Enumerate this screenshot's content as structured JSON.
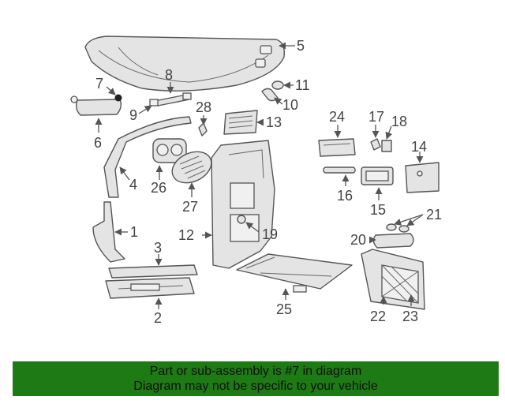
{
  "diagram": {
    "callouts": {
      "c1": "1",
      "c2": "2",
      "c3": "3",
      "c4": "4",
      "c5": "5",
      "c6": "6",
      "c7": "7",
      "c8": "8",
      "c9": "9",
      "c10": "10",
      "c11": "11",
      "c12": "12",
      "c13": "13",
      "c14": "14",
      "c15": "15",
      "c16": "16",
      "c17": "17",
      "c18": "18",
      "c19": "19",
      "c20": "20",
      "c21": "21",
      "c22": "22",
      "c23": "23",
      "c24": "24",
      "c25": "25",
      "c26": "26",
      "c27": "27",
      "c28": "28"
    },
    "highlighted_part": "7"
  },
  "banner": {
    "line1": "Part or sub-assembly is #7 in diagram",
    "line2": "Diagram may not be specific to your vehicle"
  },
  "colors": {
    "banner_background": "#1e7a14",
    "line_art": "#555555",
    "callout_text": "#444444"
  }
}
